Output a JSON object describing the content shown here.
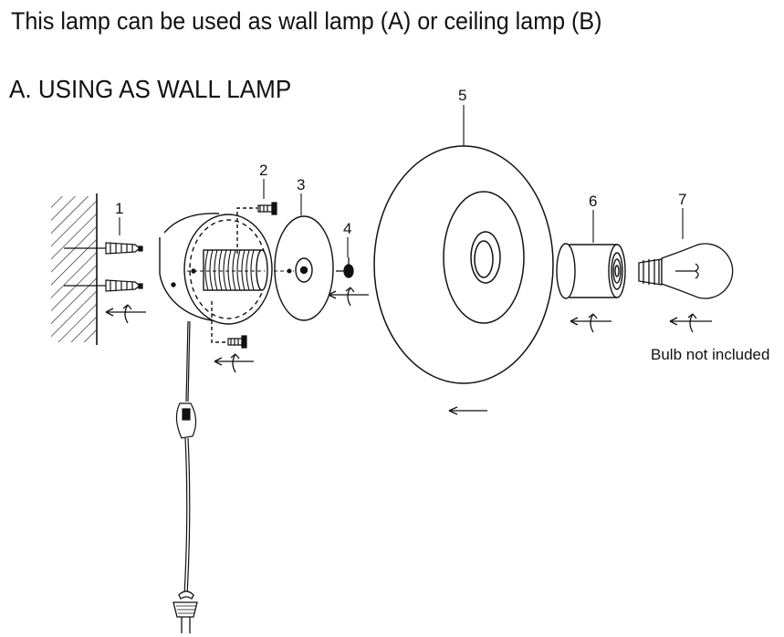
{
  "intro_text": "This lamp can be used as wall lamp (A) or ceiling lamp (B)",
  "section_title": "A.  USING AS WALL LAMP",
  "parts": {
    "p1": "1",
    "p2": "2",
    "p3": "3",
    "p4": "4",
    "p5": "5",
    "p6": "6",
    "p7": "7"
  },
  "bulb_note": "Bulb not included",
  "icons": [
    "wall-hatch",
    "wall-plug",
    "screw",
    "lamp-base",
    "canopy-plate",
    "knob",
    "glass-shade",
    "socket-ring",
    "light-bulb",
    "cord-switch",
    "power-plug",
    "rotate-arrow"
  ]
}
